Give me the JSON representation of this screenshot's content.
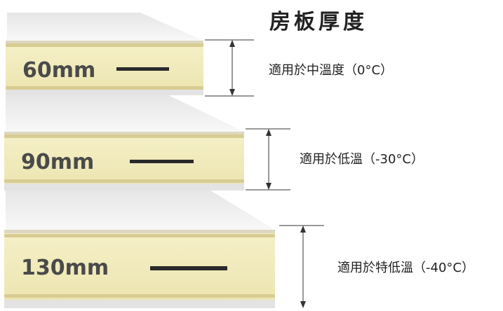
{
  "title": "房板厚度",
  "panels": [
    {
      "thickness": "60mm",
      "usage": "適用於中溫度（0°C）"
    },
    {
      "thickness": "90mm",
      "usage": "適用於低溫（-30°C）"
    },
    {
      "thickness": "130mm",
      "usage": "適用於特低溫（-40°C）"
    }
  ],
  "colors": {
    "core": "#f1ebbc",
    "skin_top": "#e2e2e2",
    "rail": "#cfc286",
    "dimension_line": "#333333"
  }
}
